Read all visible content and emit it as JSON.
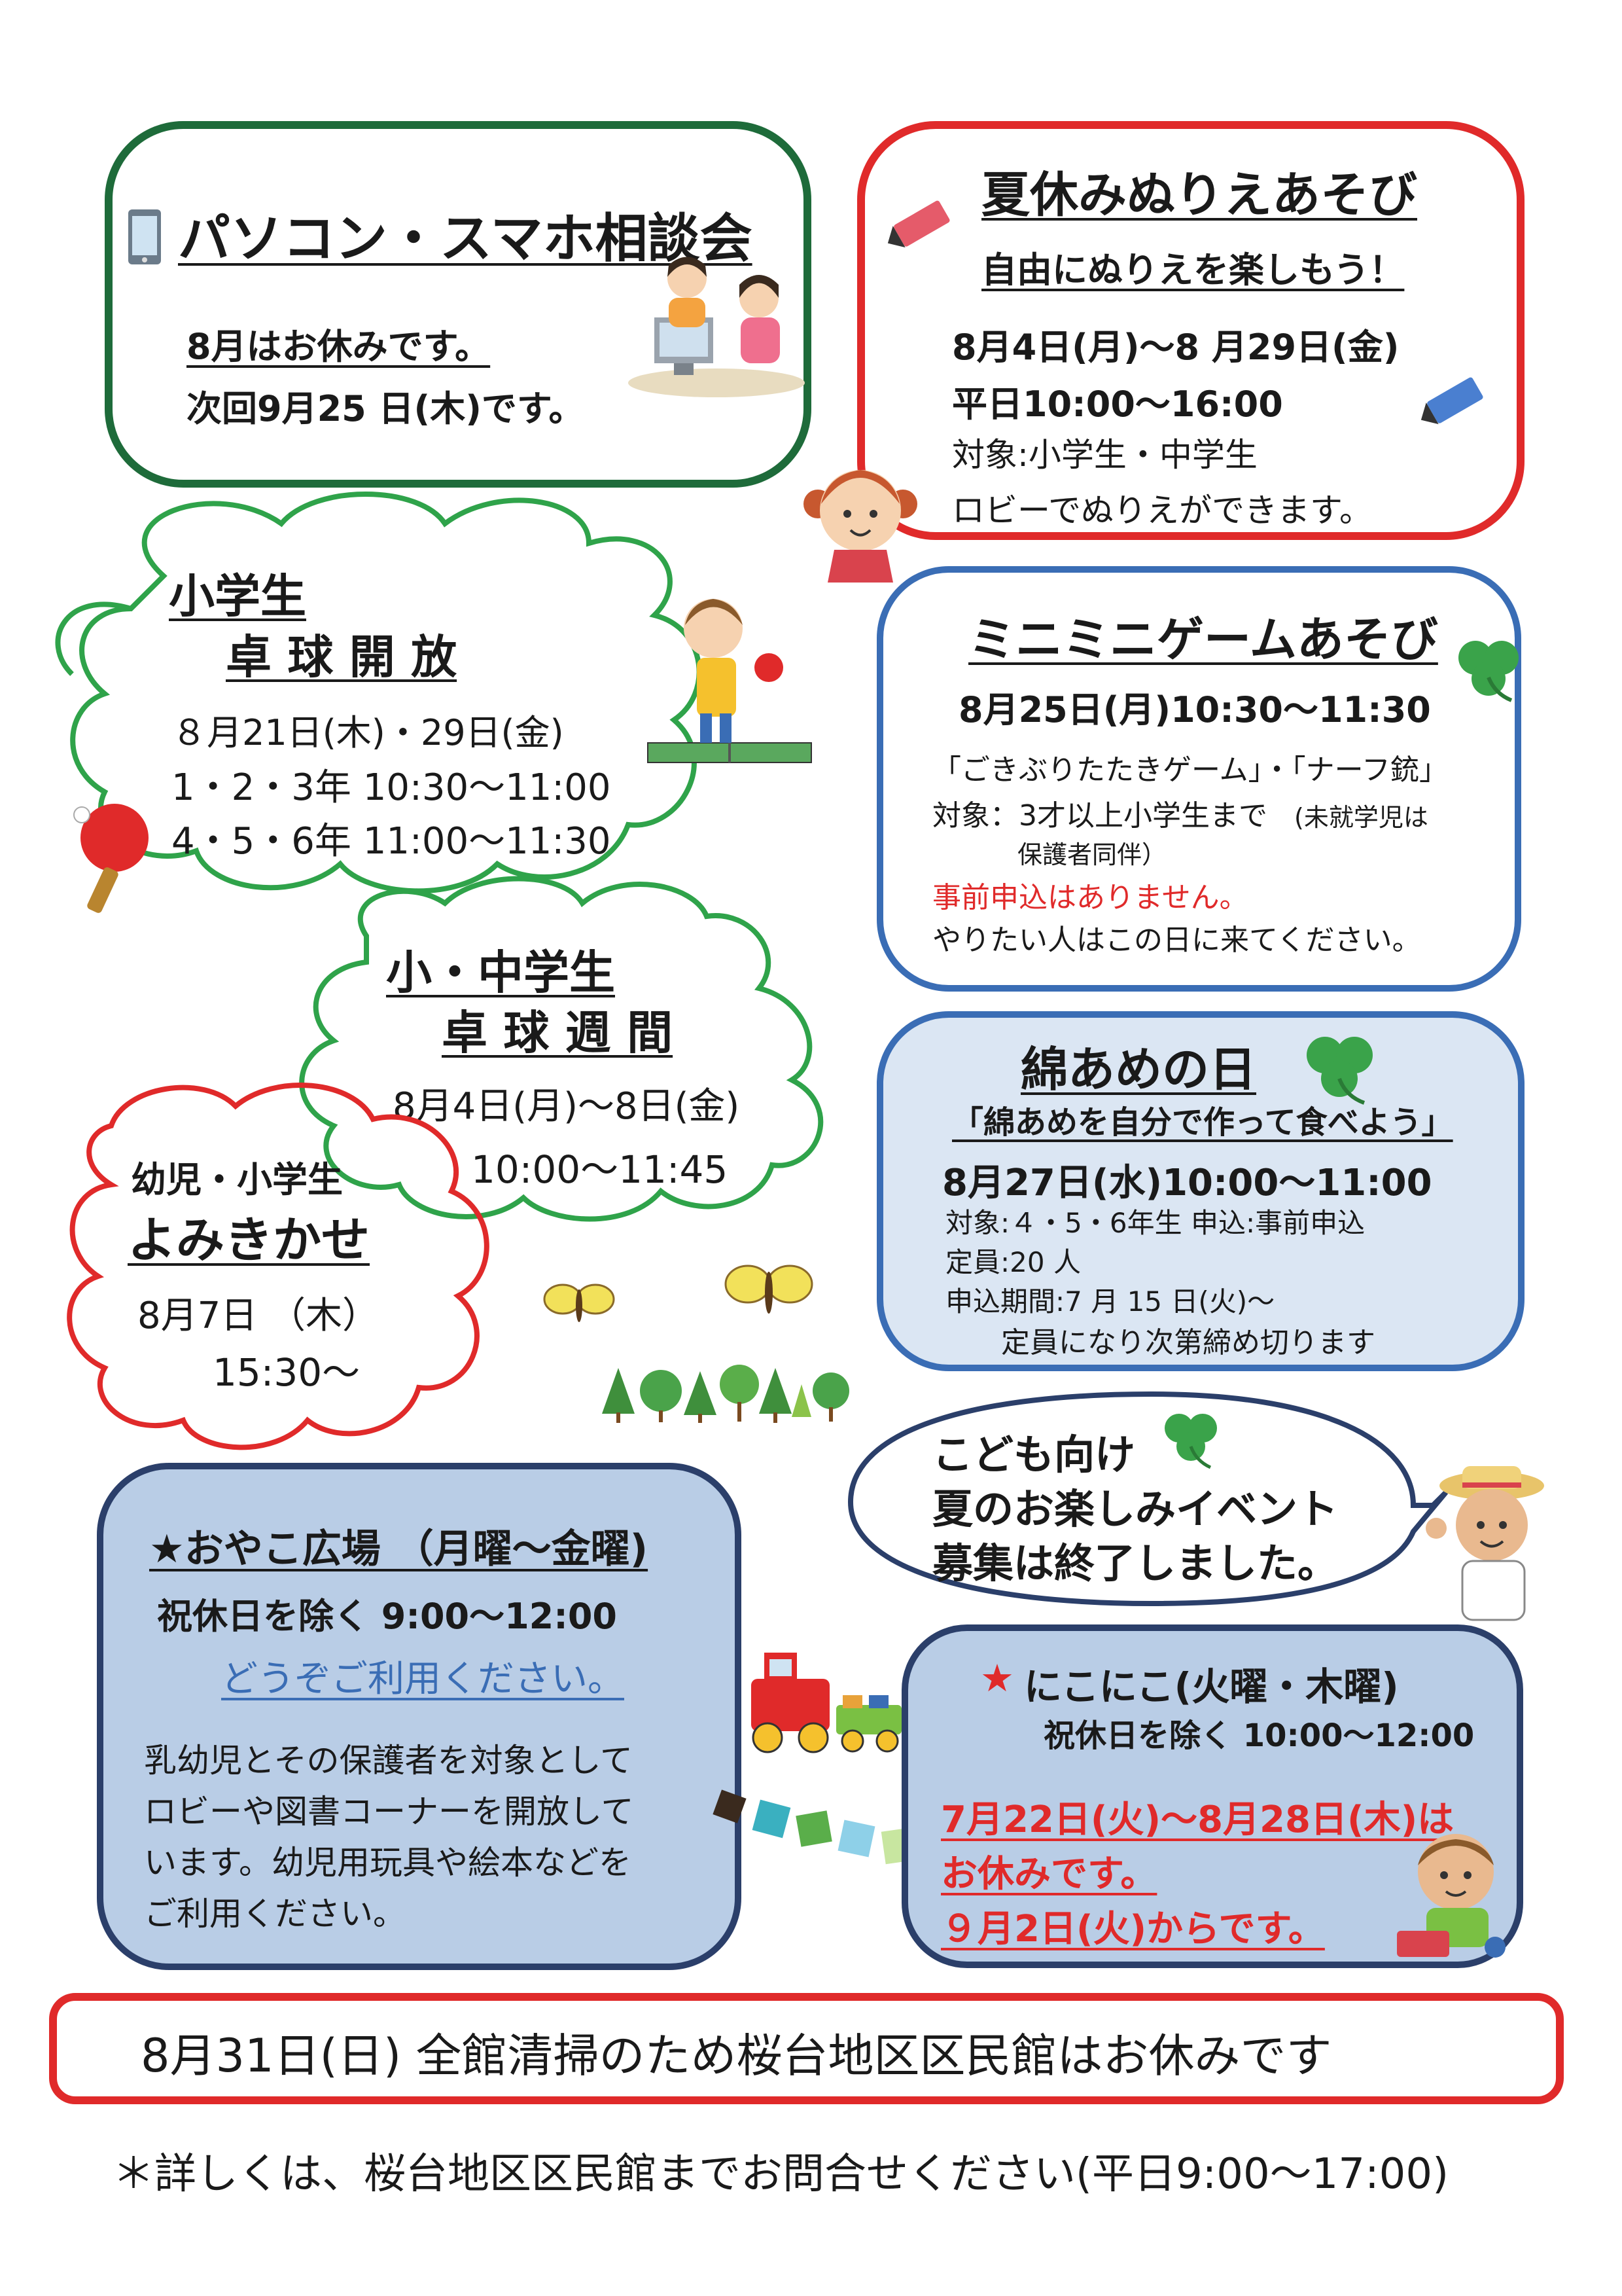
{
  "pc": {
    "title": "パソコン・スマホ相談会",
    "line1": "8月はお休みです。",
    "line2": "次回9月25 日(木)です。"
  },
  "nurie": {
    "title": "夏休みぬりえあそび",
    "subtitle": "自由にぬりえを楽しもう！",
    "date": "8月4日(月)～8 月29日(金)",
    "time": "平日10:00～16:00",
    "target": "対象:小学生・中学生",
    "note": "ロビーでぬりえができます。"
  },
  "elem_tt": {
    "title1": "小学生",
    "title2": "卓 球 開 放",
    "date": "８月21日(木)・29日(金)",
    "row1": "1・2・3年  10:30～11:00",
    "row2": "4・5・6年  11:00～11:30"
  },
  "mini": {
    "title": "ミニミニゲームあそび",
    "date": "8月25日(月)10:30～11:30",
    "games": "「ごきぶりたたきゲーム」・「ナーフ銃」",
    "target": "対象：3才以上小学生まで",
    "target_note": "(未就学児は",
    "target_note2": "保護者同伴）",
    "notice": "事前申込はありません。",
    "come": "やりたい人はこの日に来てください。"
  },
  "mid_tt": {
    "title1": "小・中学生",
    "title2": "卓 球 週 間",
    "date": "8月4日(月)～8日(金)",
    "time": "10:00～11:45"
  },
  "cotton": {
    "title": "綿あめの日",
    "subtitle": "「綿あめを自分で作って食べよう」",
    "date": "8月27日(水)10:00～11:00",
    "target": "対象:４・5・6年生  申込:事前申込",
    "capacity": "定員:20 人",
    "period": "申込期間:7 月 15 日(火)～",
    "period2": "定員になり次第締め切ります"
  },
  "story": {
    "label": "幼児・小学生",
    "title": "よみきかせ",
    "date": "8月7日 （木）",
    "time": "15:30～"
  },
  "kids": {
    "line1": "こども向け",
    "line2": "夏のお楽しみイベント",
    "line3": "募集は終了しました。"
  },
  "oyako": {
    "title": "★おやこ広場 （月曜～金曜)",
    "hours": "祝休日を除く  9:00～12:00",
    "welcome": "どうぞご利用ください。",
    "desc1": "乳幼児とその保護者を対象として",
    "desc2": "ロビーや図書コーナーを開放して",
    "desc3": "います。幼児用玩具や絵本などを",
    "desc4": "ご利用ください。"
  },
  "nikoniko": {
    "star": "★",
    "title": "にこにこ(火曜・木曜)",
    "hours": "祝休日を除く  10:00～12:00",
    "closed1": "7月22日(火)～8月28日(木)は",
    "closed2": "お休みです。",
    "resume": "９月2日(火)からです。"
  },
  "closure": "8月31日(日)  全館清掃のため桜台地区区民館はお休みです",
  "footer": "＊詳しくは、桜台地区区民館までお問合せください(平日9:00～17:00)",
  "colors": {
    "green": "#1e6b3a",
    "red": "#e02a2a",
    "blue": "#3a6db5",
    "cloud_green": "#2fa34a",
    "light_blue": "#dbe6f3",
    "mid_blue": "#b9cde6",
    "navy": "#2b3f6a"
  },
  "icons": [
    "smartphone-icon",
    "people-at-computer-illustration",
    "crayon-icon",
    "girl-illustration",
    "table-tennis-girl-illustration",
    "paddle-icon",
    "clover-icon",
    "butterfly-icon",
    "trees-illustration",
    "boy-with-hat-illustration",
    "toy-train-illustration",
    "boy-playing-illustration"
  ]
}
